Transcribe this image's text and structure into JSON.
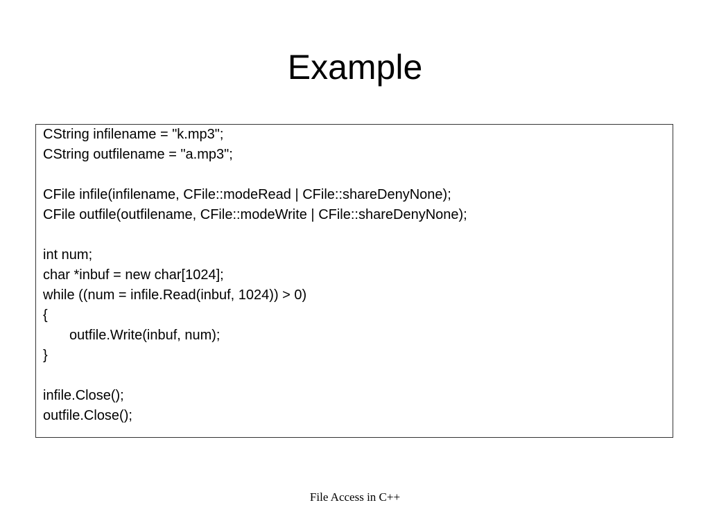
{
  "slide": {
    "title": "Example",
    "code_lines": [
      "CString infilename = \"k.mp3\";",
      "CString outfilename = \"a.mp3\";",
      "",
      "CFile infile(infilename, CFile::modeRead | CFile::shareDenyNone);",
      "CFile outfile(outfilename, CFile::modeWrite | CFile::shareDenyNone);",
      "",
      "int num;",
      "char *inbuf = new char[1024];",
      "while ((num = infile.Read(inbuf, 1024)) > 0)",
      "{",
      "outfile.Write(inbuf, num);",
      "}",
      "",
      "infile.Close();",
      "outfile.Close();"
    ],
    "footer": "File Access in C++"
  }
}
